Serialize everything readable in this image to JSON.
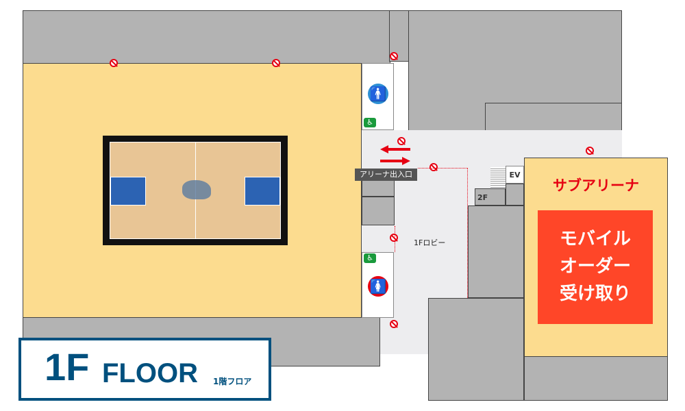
{
  "labels": {
    "arena_entrance": "アリーナ出入口",
    "lobby": "1Fロビー",
    "stairs": "2F",
    "elevator": "EV",
    "sub_arena": "サブアリーナ",
    "mobile_order": "モバイルオーダー受け取り"
  },
  "mobile_order_lines": [
    "モバイル",
    "オーダー",
    "受け取り"
  ],
  "floor_badge": {
    "number": "1F",
    "word": "FLOOR",
    "subtitle": "1階フロア"
  },
  "icons": [
    "no-entry-icon",
    "mens-restroom-icon",
    "womens-restroom-icon",
    "accessible-restroom-icon",
    "arrow-left-icon",
    "arrow-right-icon",
    "team-logo"
  ],
  "colors": {
    "arena": "#fcdc8f",
    "lobby": "#ededef",
    "accent_red": "#e60012",
    "order_box": "#ff4628",
    "navy": "#00507e"
  }
}
